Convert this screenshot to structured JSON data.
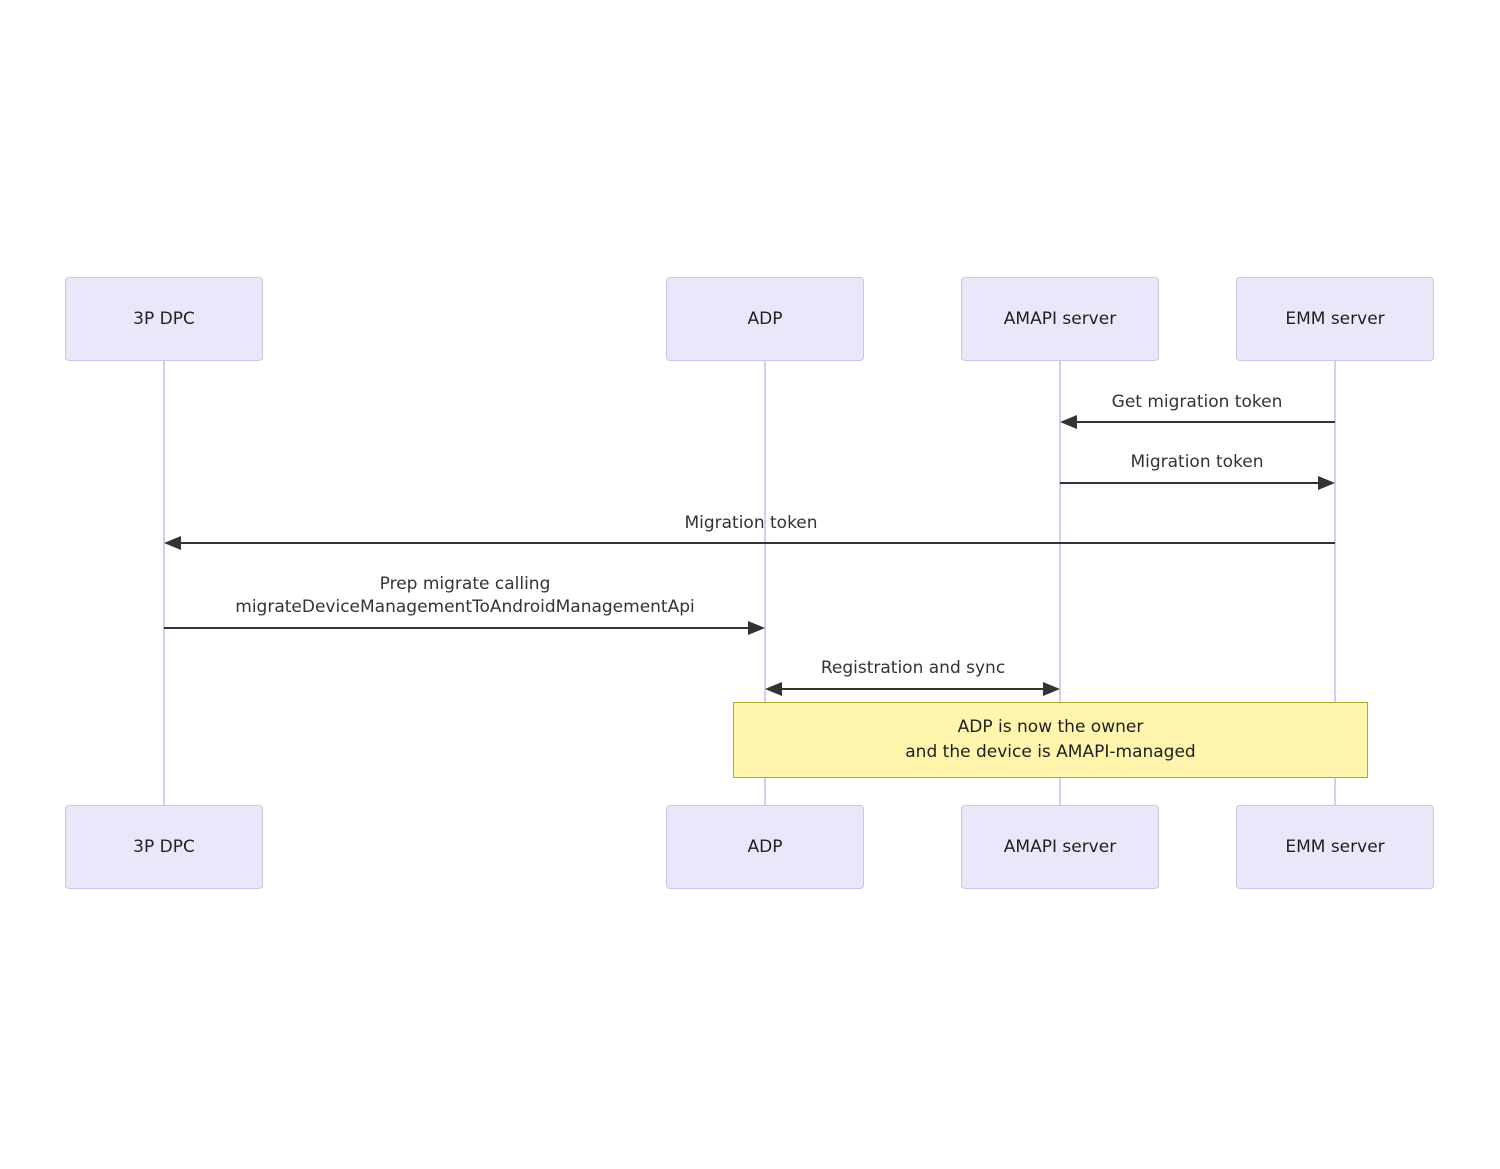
{
  "diagram": {
    "kind": "sequence-diagram",
    "background": "#ffffff"
  },
  "colors": {
    "actor_fill": "#E9E8FB",
    "actor_border": "#CCC5EA",
    "actor_text": "#1f1f1f",
    "lifeline": "#D5CEEF",
    "arrow": "#333333",
    "message_text": "#333333",
    "note_fill": "#FFF5AD",
    "note_border": "#AAAA33",
    "note_text": "#1f1f1f"
  },
  "actors": [
    {
      "label": "3P DPC"
    },
    {
      "label": "ADP"
    },
    {
      "label": "AMAPI server"
    },
    {
      "label": "EMM server"
    }
  ],
  "messages": [
    {
      "label": "Get migration token",
      "from": "EMM server",
      "to": "AMAPI server",
      "direction": "left",
      "bidirectional": false
    },
    {
      "label": "Migration token",
      "from": "AMAPI server",
      "to": "EMM server",
      "direction": "right",
      "bidirectional": false
    },
    {
      "label": "Migration token",
      "from": "EMM server",
      "to": "3P DPC",
      "direction": "left",
      "bidirectional": false
    },
    {
      "label_line1": "Prep migrate calling",
      "label_line2": "migrateDeviceManagementToAndroidManagementApi",
      "from": "3P DPC",
      "to": "ADP",
      "direction": "right",
      "bidirectional": false
    },
    {
      "label": "Registration and sync",
      "from": "ADP",
      "to": "AMAPI server",
      "direction": "both",
      "bidirectional": true
    }
  ],
  "note": {
    "line1": "ADP is now the owner",
    "line2": "and the device is AMAPI-managed",
    "spans": [
      "ADP",
      "EMM server"
    ]
  }
}
